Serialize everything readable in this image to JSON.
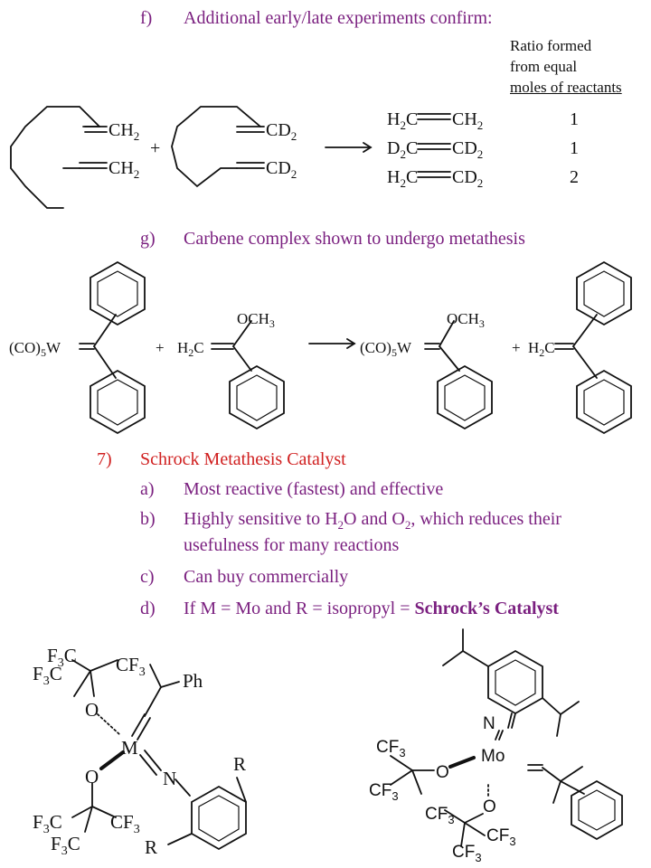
{
  "section_f": {
    "marker": "f)",
    "text": "Additional early/late experiments confirm:",
    "ratio_header": [
      "Ratio formed",
      "from equal",
      "moles of reactants"
    ],
    "reactant1": [
      "CH",
      "CH"
    ],
    "reactant2": [
      "CD",
      "CD"
    ],
    "plus": "+",
    "products": [
      {
        "left": "H",
        "right": "CH",
        "ratio": "1"
      },
      {
        "left": "D",
        "right": "CD",
        "ratio": "1"
      },
      {
        "left": "H",
        "right": "CD",
        "ratio": "2"
      }
    ]
  },
  "section_g": {
    "marker": "g)",
    "text": "Carbene complex shown to undergo metathesis",
    "co5w": "(CO)",
    "w": "W",
    "h2c": "H",
    "c": "C",
    "och3": "OCH",
    "plus": "+"
  },
  "section_7": {
    "marker": "7)",
    "title": "Schrock Metathesis Catalyst",
    "items": [
      {
        "marker": "a)",
        "text": "Most reactive (fastest) and effective"
      },
      {
        "marker": "b)",
        "pre": "Highly sensitive to H",
        "mid1": "O and O",
        "post": ", which reduces their",
        "line2": "usefulness for many reactions"
      },
      {
        "marker": "c)",
        "text": "Can buy commercially"
      },
      {
        "marker": "d)",
        "pre": "If M = Mo and R = isopropyl = ",
        "bold": "Schrock’s Catalyst"
      }
    ]
  },
  "structure_left": {
    "f3c": "F",
    "cf3": "CF",
    "ph": "Ph",
    "o": "O",
    "m": "M",
    "n": "N",
    "r": "R",
    "c": "C"
  },
  "structure_right": {
    "n": "N",
    "mo": "Mo",
    "o": "O",
    "cf": "CF"
  }
}
